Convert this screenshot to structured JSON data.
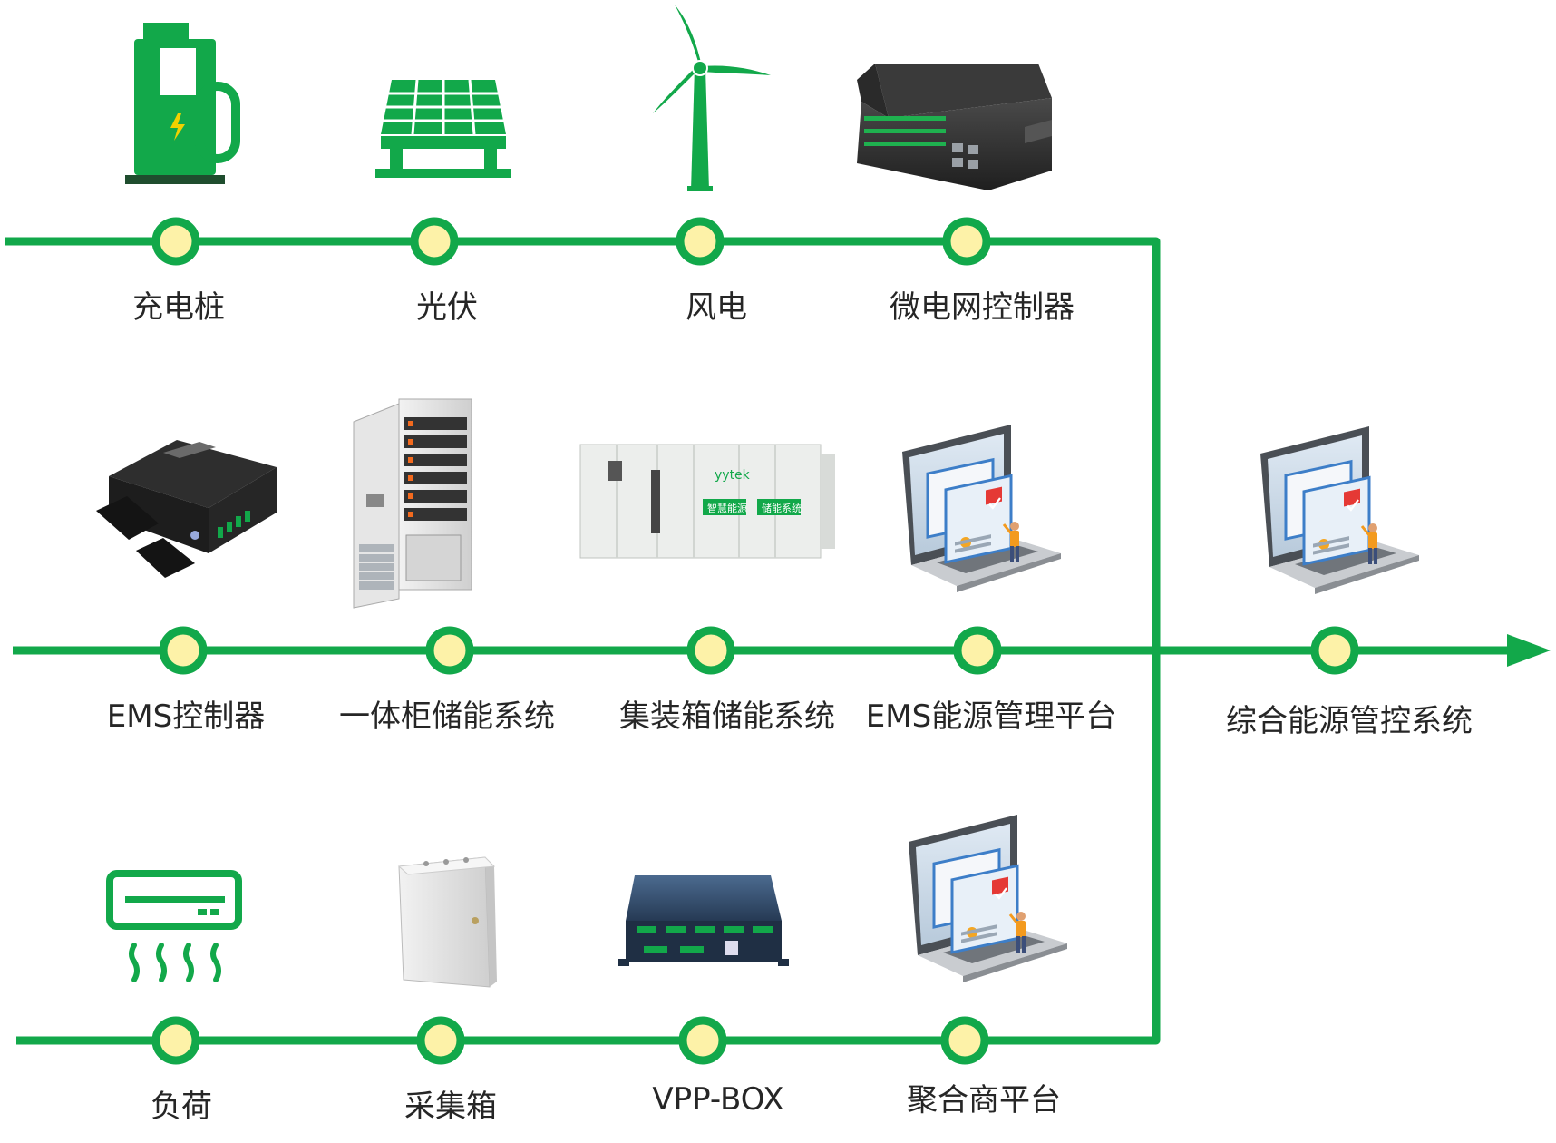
{
  "colors": {
    "line": "#12A84A",
    "node_fill": "#FDF2A8",
    "icon_dark": "#2b2b2b",
    "device_blue": "#2f4a6a"
  },
  "rows": [
    {
      "items": [
        {
          "label": "充电桩",
          "icon": "charging-pile-icon"
        },
        {
          "label": "光伏",
          "icon": "solar-panel-icon"
        },
        {
          "label": "风电",
          "icon": "wind-turbine-icon"
        },
        {
          "label": "微电网控制器",
          "icon": "microgrid-controller-device"
        }
      ]
    },
    {
      "items": [
        {
          "label": "EMS控制器",
          "icon": "ems-controller-device"
        },
        {
          "label": "一体柜储能系统",
          "icon": "cabinet-storage-device"
        },
        {
          "label": "集装箱储能系统",
          "icon": "container-storage-device"
        },
        {
          "label": "EMS能源管理平台",
          "icon": "laptop-platform-icon"
        }
      ]
    },
    {
      "items": [
        {
          "label": "负荷",
          "icon": "air-conditioner-icon"
        },
        {
          "label": "采集箱",
          "icon": "collection-box-device"
        },
        {
          "label": "VPP-BOX",
          "icon": "vpp-box-device"
        },
        {
          "label": "聚合商平台",
          "icon": "laptop-platform-icon"
        }
      ]
    }
  ],
  "output": {
    "label": "综合能源管控系统",
    "icon": "laptop-platform-icon"
  },
  "container_text": {
    "brand": "yytek",
    "sub": "智慧能源",
    "sub2": "储能系统"
  }
}
